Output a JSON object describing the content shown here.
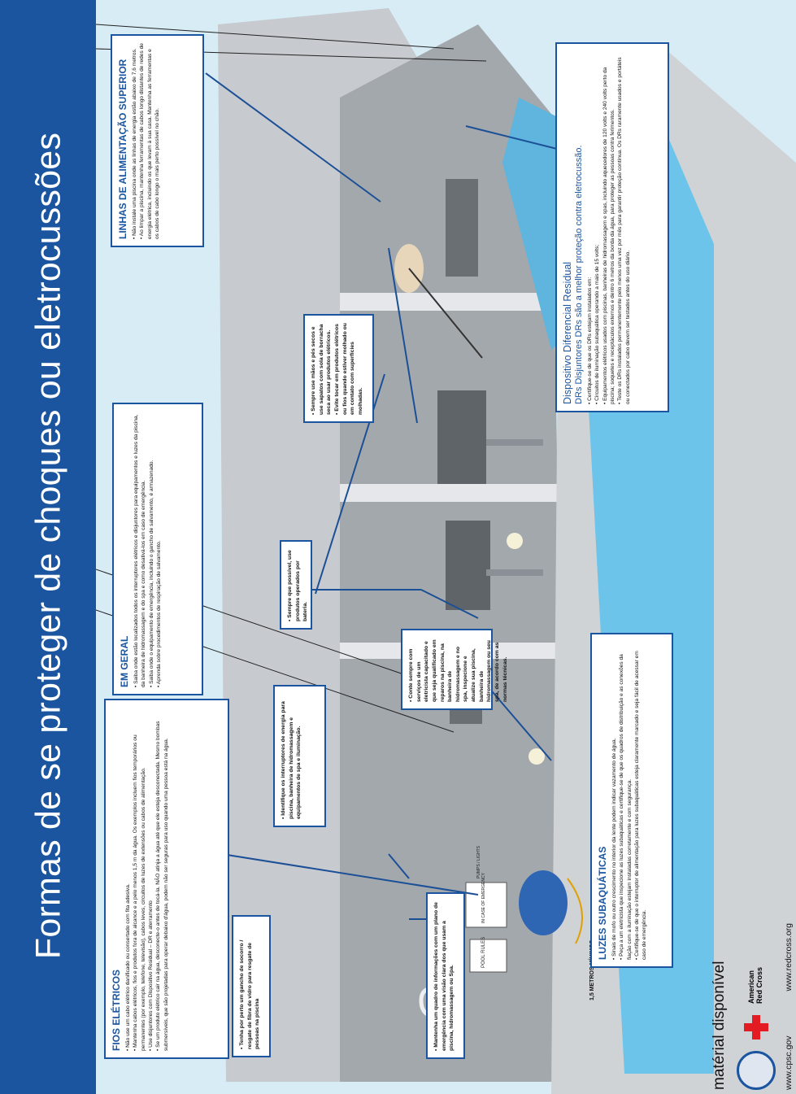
{
  "title": "Formas de se proteger de choques ou eletrocussões",
  "colors": {
    "brand": "#1b55a0",
    "sky": "#cfe6f2",
    "grass": "#2e8a3a",
    "pool": "#6cc4ea",
    "building": "#9ea3a8",
    "roof": "#c9ccd0"
  },
  "boxes": {
    "fios": {
      "heading": "FIOS ELÉTRICOS",
      "items": [
        "Não use um cabo elétrico danificado ou consertado com fita adesiva.",
        "Mantenha cabos elétricos, fios e produtos fora de alcance e a pelo menos 1,5 m da água. Os exemplos incluem fios temporários ou permanentes (por exemplo, telefone, televisão), cabos leves, circuitos de luzes de extensões ou cabos de alimentação.",
        "Use disjuntores com Dispositivo Residual – DR e aterramento",
        "Se um produto elétrico cair na água, desconecte-o antes de tocá-la. NÃO atinja a água até que ele esteja desconectada. Mesmo bombas submersíveis, que são projetadas para operar debaixo d'água, podem não ser seguras para uso quando uma pessoa está na água."
      ]
    },
    "geral": {
      "heading": "EM GERAL",
      "items": [
        "Saiba onde estão localizados todos os interruptores elétricos e disjuntores para equipamentos e luzes da piscina, da banheira de hidromassagem e do spa e como desativá-los em caso de emergência.",
        "Saiba onde o equipamento de emergência, incluindo o gancho de salvamento, é armazenado.",
        "Aprenda sobre procedimentos de respiração de salvamento."
      ]
    },
    "linhas": {
      "heading": "LINHAS DE ALIMENTAÇÃO SUPERIOR",
      "items": [
        "Não instale uma piscina onde as linhas de energia estão abaixo de 7,6 metros.",
        "Ao limpar a piscina, mantenha ferramentas de cabos longo distantes de redes de energia elétrica, incluindo os que levam à sua casa. Mantenha as ferramentas e os cabos de cabo longo o mais perto possível no chão."
      ]
    },
    "dr": {
      "heading": "Dispositivo Diferencial Residual",
      "subheading": "DRs Disjuntores DRs são a melhor proteção contra eletrocussão.",
      "items": [
        "Certifique-se de que os DRs estejam instalados em:",
        "Circuitos de iluminação subaquática operando a mais de 15 volts;",
        "Equipamentos elétricos usados com piscinas, banheiras de hidromassagem e spas, incluindo aquecedores de 120 volts e 240 volts perto da piscina; soquetes e receptáculos externos e dentro 6 metros da borda da água, para proteger as pessoas contra ferimentos.",
        "Teste os DRs instalados permanentemente pelo menos uma vez por mês para garantir proteção contínua. Os DRs raramente usados e portáteis ou conectados por cabo devem ser testados antes do uso diário."
      ]
    },
    "maos": {
      "items": [
        "Sempre use mãos e pés secos e use sapatos com sola de borracha seca ao usar produtos elétricos.",
        "Evite tocar em produtos elétricos ou fios quando estiver molhado ou em contato com superfícies molhadas."
      ]
    },
    "bateria": {
      "items": [
        "Sempre que possível, use produtos operados por bateria."
      ]
    },
    "eletricista": {
      "items": [
        "Conte sempre com serviços de um eletricista capacitado e que seja qualificado em reparos na piscina, na banheira de hidromassagem e no spa, inspecione e atualize sua piscina, banheira de hidromassagem ou seu spa, de acordo com as normas técnicas."
      ]
    },
    "identifique": {
      "items": [
        "Identifique os interruptores de energia para piscina, banheira de hidromassagem e equipamentos de spa e iluminação."
      ]
    },
    "gancho": {
      "items": [
        "Tenha por perto um gancho de socorro / resgate de fibra de vidro para resgate de pessoas na piscina"
      ]
    },
    "quadro": {
      "items": [
        "Mantenha um quadro de informações com um plano de emergência com uma visão clara dos que usam a piscina, hidromassagem ou Spa."
      ]
    },
    "luzes": {
      "heading": "LUZES SUBAQUÁTICAS",
      "items": [
        "Sinais de mofo ou outro crescimento no interior da lente podem indicar vazamento de água.",
        "Peça a um eletricista que inspecione as luzes subaquáticas e certifique-se de que os quadros de distribuição e as conexões da fiação com a iluminação estejam instaladas corretamente e com segurança.",
        "Certifique-se de que o interruptor de alimentação para luzes subaquáticas esteja claramente marcado e seja fácil de acessar em caso de emergência."
      ]
    }
  },
  "signs": {
    "pool_rules": "POOL RULES",
    "emergency": "IN CASE OF EMERGENCY",
    "pump": "PUMPS / LIGHTS",
    "distance": "1,5 METROS MÍNIMOS"
  },
  "footer": {
    "available": "matérial disponível",
    "cpsc_url": "www.cpsc.gov",
    "redcross_name": "American Red Cross",
    "redcross_url": "www.redcross.org"
  }
}
